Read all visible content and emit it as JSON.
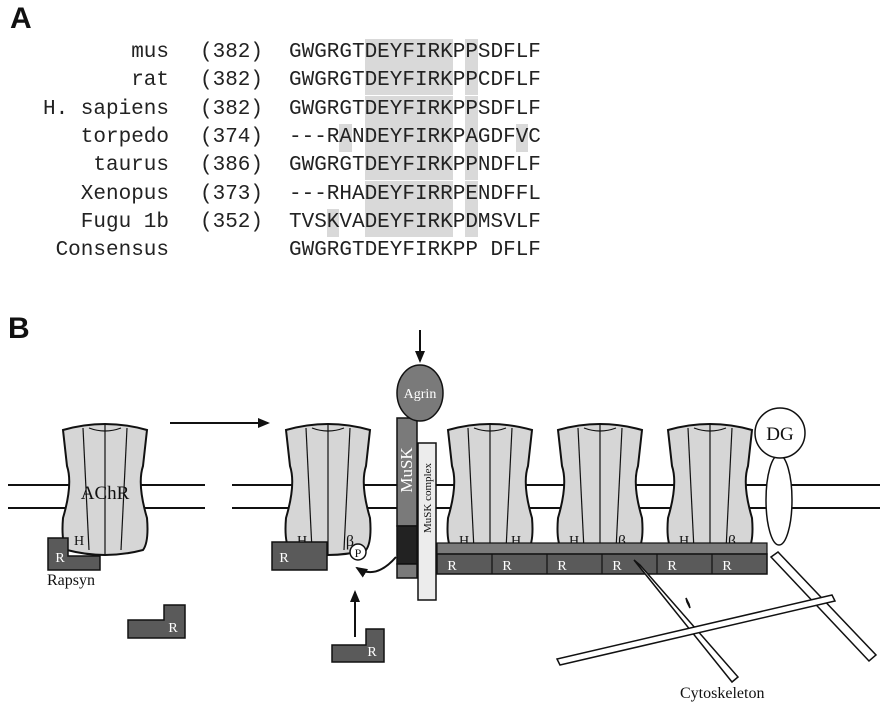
{
  "panel_a": {
    "label": "A",
    "rows": [
      {
        "name": "mus",
        "num": "(382)",
        "seq": "GWGRGTDEYFIRKPPSDFLF",
        "hl": [
          6,
          7,
          8,
          9,
          10,
          11,
          12,
          14
        ]
      },
      {
        "name": "rat",
        "num": "(382)",
        "seq": "GWGRGTDEYFIRKPPCDFLF",
        "hl": [
          6,
          7,
          8,
          9,
          10,
          11,
          12,
          14
        ]
      },
      {
        "name": "H. sapiens",
        "num": "(382)",
        "seq": "GWGRGTDEYFIRKPPSDFLF",
        "hl": [
          6,
          7,
          8,
          9,
          10,
          11,
          12,
          14
        ]
      },
      {
        "name": "torpedo",
        "num": "(374)",
        "seq": "---RANDEYFIRKPAGDFVC",
        "hl": [
          4,
          6,
          7,
          8,
          9,
          10,
          11,
          12,
          14,
          18
        ]
      },
      {
        "name": "taurus",
        "num": "(386)",
        "seq": "GWGRGTDEYFIRKPPNDFLF",
        "hl": [
          6,
          7,
          8,
          9,
          10,
          11,
          12,
          14
        ]
      },
      {
        "name": "Xenopus",
        "num": "(373)",
        "seq": "---RHADEYFIRRPENDFFL",
        "hl": [
          6,
          7,
          8,
          9,
          10,
          11,
          12,
          14
        ]
      },
      {
        "name": "Fugu 1b",
        "num": "(352)",
        "seq": "TVSKVADEYFIRKPDMSVLF",
        "hl": [
          3,
          6,
          7,
          8,
          9,
          10,
          11,
          12,
          14
        ]
      },
      {
        "name": "Consensus",
        "num": "",
        "seq": "GWGRGTDEYFIRKPP DFLF",
        "hl": []
      }
    ]
  },
  "panel_b": {
    "label": "B",
    "achr_label": "AChR",
    "h_label": "H",
    "r_label": "R",
    "beta_label": "β",
    "p_label": "P",
    "rapsyn_label": "Rapsyn",
    "agrin_label": "Agrin",
    "musk_label": "MuSK",
    "musk_complex_label": "MuSK complex",
    "dg_label": "DG",
    "cytoskeleton_label": "Cytoskeleton"
  },
  "colors": {
    "dark_gray": "#5a5a5a",
    "light_gray": "#d6d6d6",
    "highlight": "#d9d9d9",
    "stroke": "#111111"
  }
}
